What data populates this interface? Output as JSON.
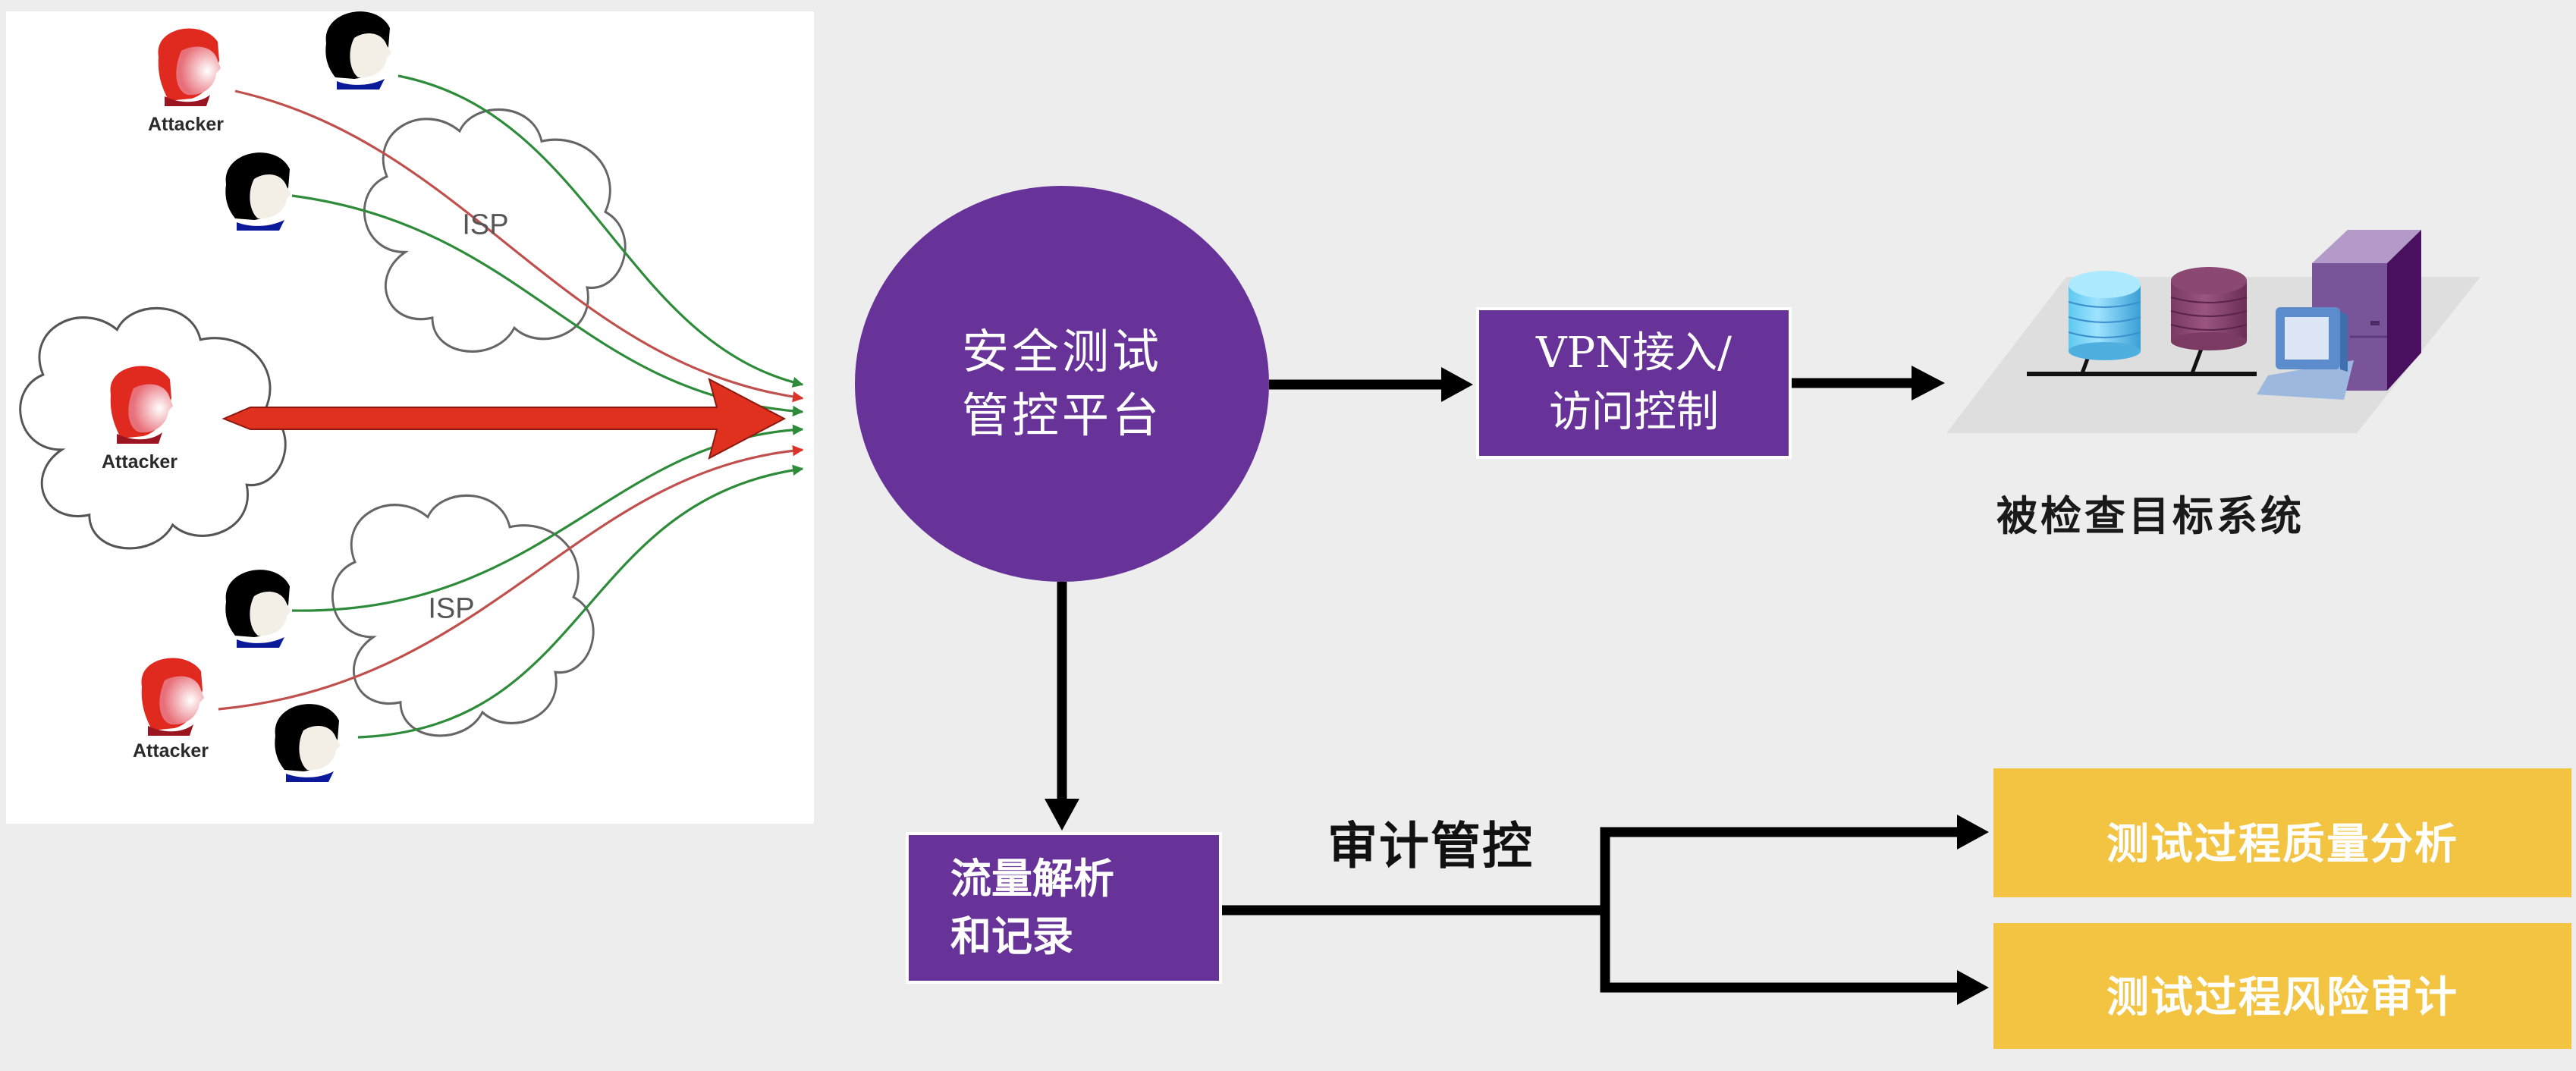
{
  "colors": {
    "background": "#ededed",
    "panel": "#ffffff",
    "platform_purple": "#673399",
    "output_yellow": "#f2c442",
    "attack_red": "#e0301e",
    "attack_line_red": "#c0504d",
    "user_line_green": "#2e8b3a",
    "connector_black": "#000000"
  },
  "left_panel": {
    "attackers": [
      {
        "label": "Attacker",
        "icon": "attacker-head-icon"
      },
      {
        "label": "Attacker",
        "icon": "attacker-head-icon"
      },
      {
        "label": "Attacker",
        "icon": "attacker-head-icon"
      }
    ],
    "users": [
      {
        "icon": "user-head-icon"
      },
      {
        "icon": "user-head-icon"
      },
      {
        "icon": "user-head-icon"
      },
      {
        "icon": "user-head-icon"
      }
    ],
    "clouds": [
      {
        "label": "",
        "icon": "cloud-icon"
      },
      {
        "label": "ISP",
        "icon": "cloud-icon"
      },
      {
        "label": "ISP",
        "icon": "cloud-icon"
      }
    ]
  },
  "platform": {
    "line1": "安全测试",
    "line2": "管控平台"
  },
  "vpn_box": {
    "line1": "VPN接入/",
    "line2": "访问控制"
  },
  "target_system": {
    "label": "被检查目标系统",
    "icons": [
      "database-blue-icon",
      "database-maroon-icon",
      "workstation-icon",
      "server-tower-icon"
    ]
  },
  "traffic_box": {
    "line1": "流量解析",
    "line2": "和记录"
  },
  "audit": {
    "label": "审计管控"
  },
  "outputs": [
    {
      "label": "测试过程质量分析"
    },
    {
      "label": "测试过程风险审计"
    }
  ]
}
